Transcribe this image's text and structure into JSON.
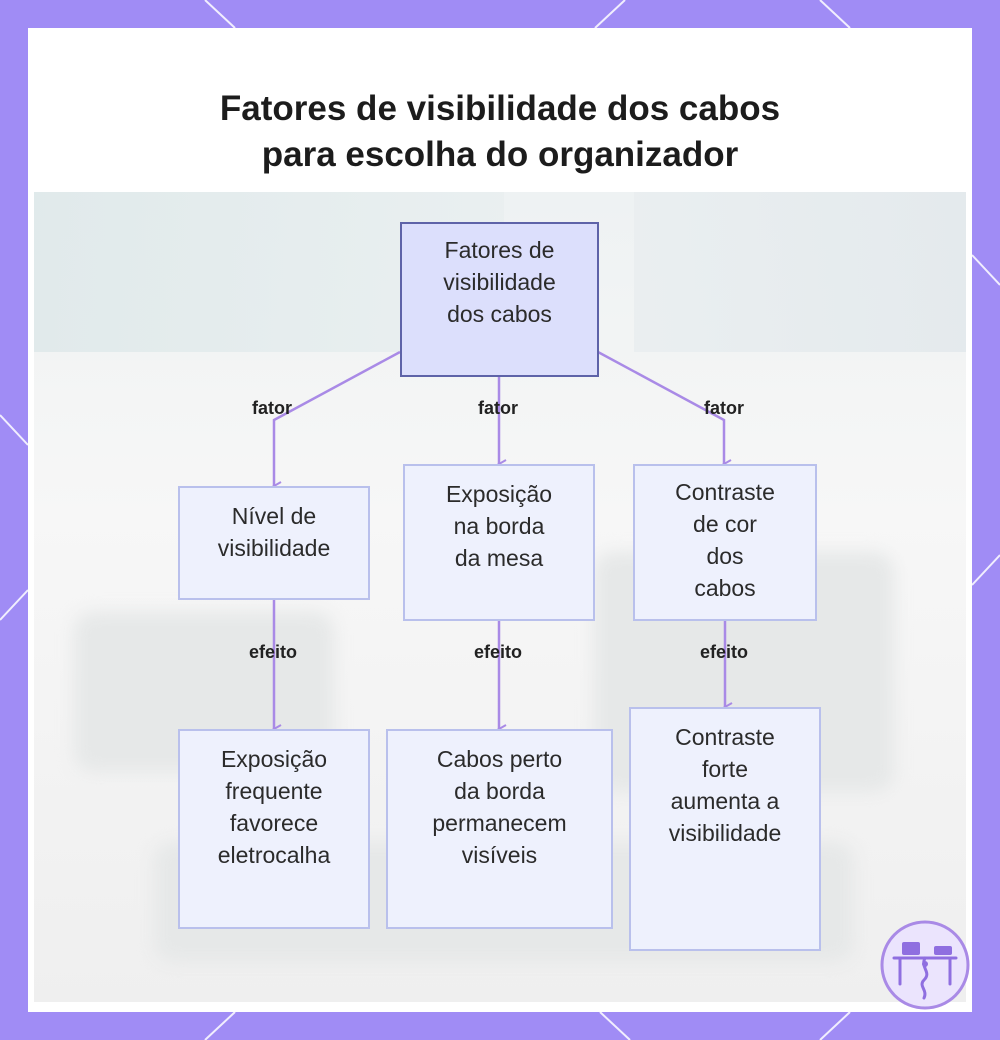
{
  "title": {
    "line1": "Fatores de visibilidade dos cabos",
    "line2": "para escolha do organizador"
  },
  "nodes": {
    "root": {
      "lines": [
        "Fatores de",
        "visibilidade",
        "dos cabos"
      ]
    },
    "level": {
      "lines": [
        "Nível de",
        "visibilidade"
      ]
    },
    "edge_exposure": {
      "lines": [
        "Exposição",
        "na borda",
        "da mesa"
      ]
    },
    "color_contrast": {
      "lines": [
        "Contraste",
        "de cor",
        "dos",
        "cabos"
      ]
    },
    "frequent_exposure": {
      "lines": [
        "Exposição",
        "frequente",
        "favorece",
        "eletrocalha"
      ]
    },
    "cables_near_edge": {
      "lines": [
        "Cabos perto",
        "da borda",
        "permanecem",
        "visíveis"
      ]
    },
    "strong_contrast": {
      "lines": [
        "Contraste",
        "forte",
        "aumenta a",
        "visibilidade"
      ]
    }
  },
  "edges": {
    "fator_label": "fator",
    "efeito_label": "efeito"
  },
  "colors": {
    "frame": "#a08cf5",
    "edge": "#a98ae6",
    "node_fill": "#eef1fd",
    "node_border": "#b9c0ec",
    "root_fill": "#dcdffc",
    "root_border": "#5e63a8"
  },
  "icons": {
    "logo": "desk-cable-organizer-logo"
  }
}
